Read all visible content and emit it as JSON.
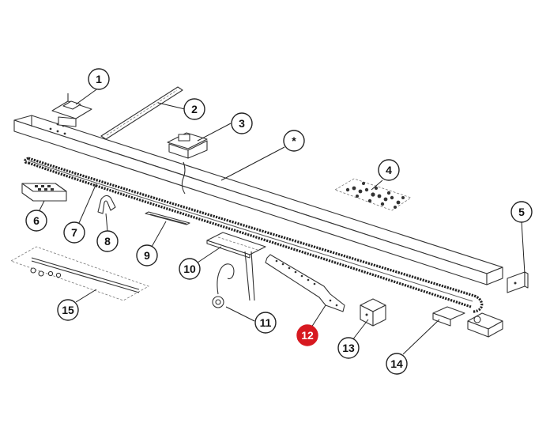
{
  "callouts": [
    {
      "id": "1",
      "label": "1",
      "highlight": false
    },
    {
      "id": "2",
      "label": "2",
      "highlight": false
    },
    {
      "id": "3",
      "label": "3",
      "highlight": false
    },
    {
      "id": "star",
      "label": "*",
      "highlight": false
    },
    {
      "id": "4",
      "label": "4",
      "highlight": false
    },
    {
      "id": "5",
      "label": "5",
      "highlight": false
    },
    {
      "id": "6",
      "label": "6",
      "highlight": false
    },
    {
      "id": "7",
      "label": "7",
      "highlight": false
    },
    {
      "id": "8",
      "label": "8",
      "highlight": false
    },
    {
      "id": "9",
      "label": "9",
      "highlight": false
    },
    {
      "id": "10",
      "label": "10",
      "highlight": false
    },
    {
      "id": "11",
      "label": "11",
      "highlight": false
    },
    {
      "id": "12",
      "label": "12",
      "highlight": true
    },
    {
      "id": "13",
      "label": "13",
      "highlight": false
    },
    {
      "id": "14",
      "label": "14",
      "highlight": false
    },
    {
      "id": "15",
      "label": "15",
      "highlight": false
    }
  ],
  "colors": {
    "highlight": "#d71920",
    "line": "#333333",
    "background": "#ffffff"
  }
}
